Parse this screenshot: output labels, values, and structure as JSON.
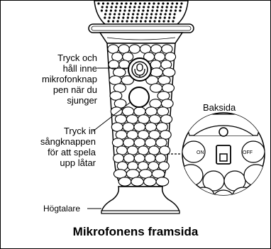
{
  "labels": {
    "hold_mic_button": "Tryck och\nhåll inne\nmikrofonknap\npen när du\nsjunger",
    "song_button": "Tryck in\nsångknappen\nför att spela\nupp låtar",
    "back_side": "Baksida",
    "speaker": "Högtalare",
    "switch_on": "ON",
    "switch_off": "OFF"
  },
  "title": "Mikrofonens framsida"
}
